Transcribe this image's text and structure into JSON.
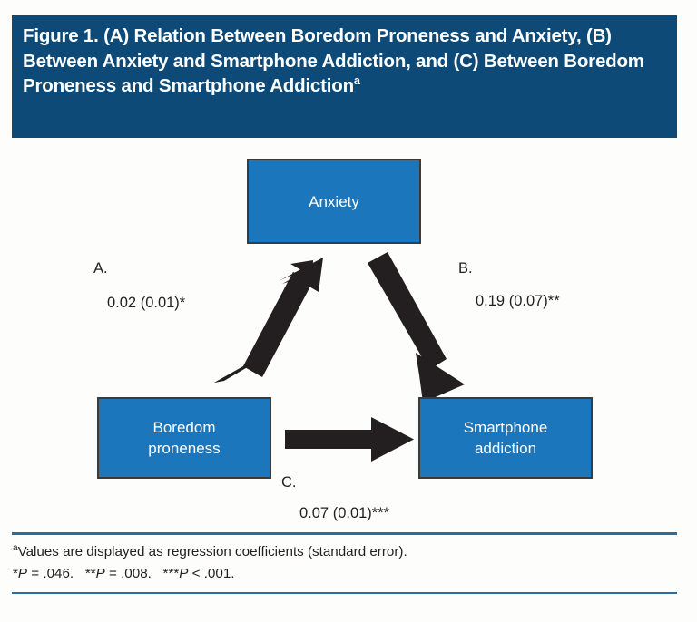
{
  "figure": {
    "title": "Figure 1. (A) Relation Between Boredom Proneness and Anxiety, (B) Between Anxiety and Smartphone Addiction, and (C) Between Boredom Proneness and Smartphone Addiction",
    "title_footnote_marker": "a",
    "header_color": "#0d4a77",
    "node_color": "#1b76bc",
    "node_border_color": "#3b3b3b",
    "arrow_color": "#231f20",
    "rule_color": "#2f6b9a",
    "background_color": "#fdfdfb"
  },
  "chart_data": {
    "type": "diagram",
    "title": "Figure 1. (A) Relation Between Boredom Proneness and Anxiety, (B) Between Anxiety and Smartphone Addiction, and (C) Between Boredom Proneness and Smartphone Addiction",
    "diagram_kind": "mediation-path-model",
    "nodes": [
      {
        "id": "anxiety",
        "label": "Anxiety"
      },
      {
        "id": "boredom",
        "label": "Boredom\nproneness"
      },
      {
        "id": "smartphone",
        "label": "Smartphone\naddiction"
      }
    ],
    "paths": [
      {
        "id": "A",
        "letter": "A.",
        "from": "boredom",
        "to": "anxiety",
        "coefficient": 0.02,
        "standard_error": 0.01,
        "significance": "*",
        "value_label": "0.02 (0.01)*"
      },
      {
        "id": "B",
        "letter": "B.",
        "from": "anxiety",
        "to": "smartphone",
        "coefficient": 0.19,
        "standard_error": 0.07,
        "significance": "**",
        "value_label": "0.19 (0.07)**"
      },
      {
        "id": "C",
        "letter": "C.",
        "from": "boredom",
        "to": "smartphone",
        "coefficient": 0.07,
        "standard_error": 0.01,
        "significance": "***",
        "value_label": "0.07 (0.01)***"
      }
    ],
    "significance_levels": [
      {
        "marker": "*",
        "p": ".046",
        "operator": "="
      },
      {
        "marker": "**",
        "p": ".008",
        "operator": "="
      },
      {
        "marker": "***",
        "p": ".001",
        "operator": "<"
      }
    ]
  },
  "nodes": {
    "anxiety": "Anxiety",
    "boredom": "Boredom\nproneness",
    "smartphone": "Smartphone\naddiction"
  },
  "labels": {
    "a_letter": "A.",
    "a_value": "0.02 (0.01)*",
    "b_letter": "B.",
    "b_value": "0.19 (0.07)**",
    "c_letter": "C.",
    "c_value": "0.07 (0.01)***"
  },
  "footnote": {
    "marker": "a",
    "line1": "Values are displayed as regression coefficients (standard error).",
    "line2_parts": {
      "s1_stars": "*",
      "s1_p": "P",
      "s1_rest": " = .046.   ",
      "s2_stars": "**",
      "s2_p": "P",
      "s2_rest": " = .008.   ",
      "s3_stars": "***",
      "s3_p": "P",
      "s3_rest": " < .001."
    }
  }
}
